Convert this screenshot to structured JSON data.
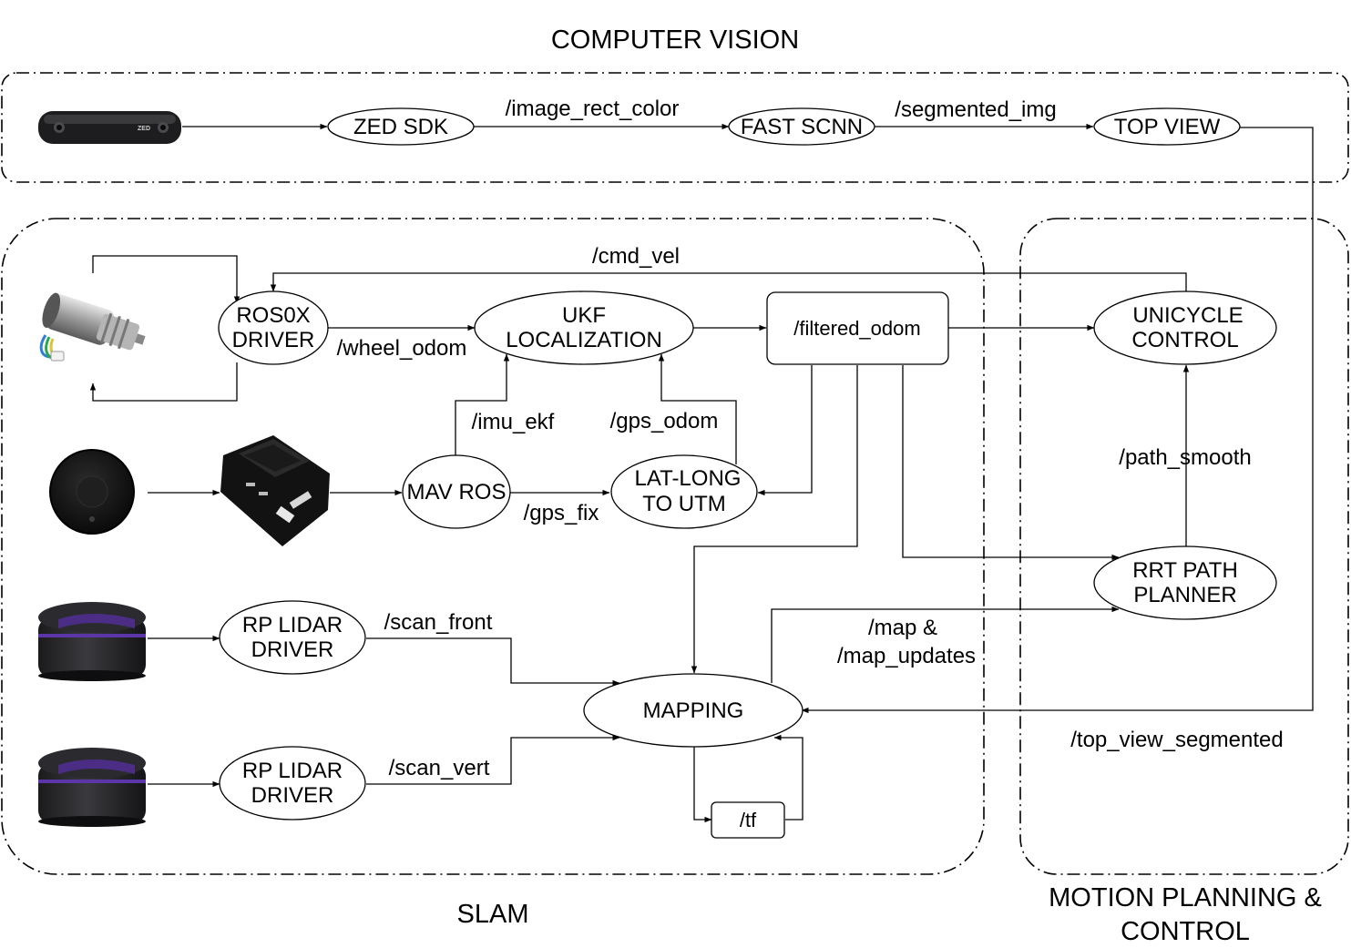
{
  "groups": {
    "computer_vision": "COMPUTER VISION",
    "slam": "SLAM",
    "motion_planning_line1": "MOTION PLANNING &",
    "motion_planning_line2": "CONTROL"
  },
  "nodes": {
    "zed_sdk": "ZED SDK",
    "fast_scnn": "FAST SCNN",
    "top_view": "TOP VIEW",
    "ros0x_driver_1": "ROS0X",
    "ros0x_driver_2": "DRIVER",
    "ukf_1": "UKF",
    "ukf_2": "LOCALIZATION",
    "filtered_odom": "/filtered_odom",
    "unicycle_1": "UNICYCLE",
    "unicycle_2": "CONTROL",
    "mav_ros": "MAV ROS",
    "latlong_1": "LAT-LONG",
    "latlong_2": "TO UTM",
    "rrt_1": "RRT PATH",
    "rrt_2": "PLANNER",
    "lidar_front_1": "RP LIDAR",
    "lidar_front_2": "DRIVER",
    "lidar_vert_1": "RP LIDAR",
    "lidar_vert_2": "DRIVER",
    "mapping": "MAPPING",
    "tf": "/tf"
  },
  "edges": {
    "image_rect_color": "/image_rect_color",
    "segmented_img": "/segmented_img",
    "cmd_vel": "/cmd_vel",
    "wheel_odom": "/wheel_odom",
    "imu_ekf": "/imu_ekf",
    "gps_odom": "/gps_odom",
    "gps_fix": "/gps_fix",
    "path_smooth": "/path_smooth",
    "scan_front": "/scan_front",
    "scan_vert": "/scan_vert",
    "map_1": "/map &",
    "map_2": "/map_updates",
    "top_view_segmented": "/top_view_segmented"
  },
  "devices": {
    "zed_logo": "ZED"
  }
}
